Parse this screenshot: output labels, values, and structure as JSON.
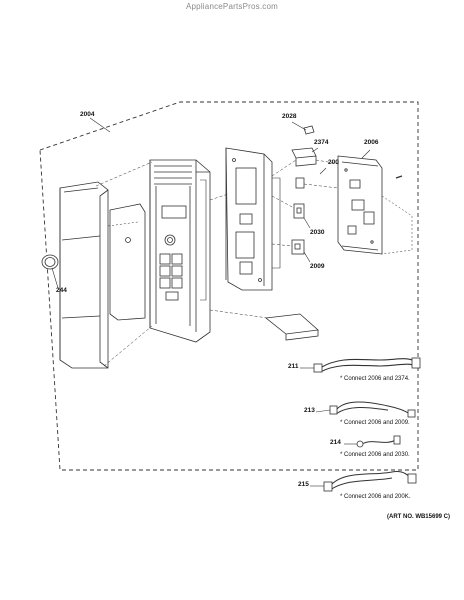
{
  "watermark": "AppliancePartsPros.com",
  "callouts": {
    "c2004": "2004",
    "c2028": "2028",
    "c2374": "2374",
    "c200": "200",
    "c2006": "2006",
    "c2030": "2030",
    "c2009": "2009",
    "c244": "244",
    "c211": "211",
    "c213": "213",
    "c214": "214",
    "c215": "215"
  },
  "notes": {
    "n211": "* Connect 2006 and 2374.",
    "n213": "* Connect 2006 and 2009.",
    "n214": "* Connect 2006 and 2030.",
    "n215": "* Connect 2006 and 200K."
  },
  "art_number": "(ART NO. WB15699 C)",
  "colors": {
    "line": "#333333",
    "watermark": "#8a8a8a"
  }
}
